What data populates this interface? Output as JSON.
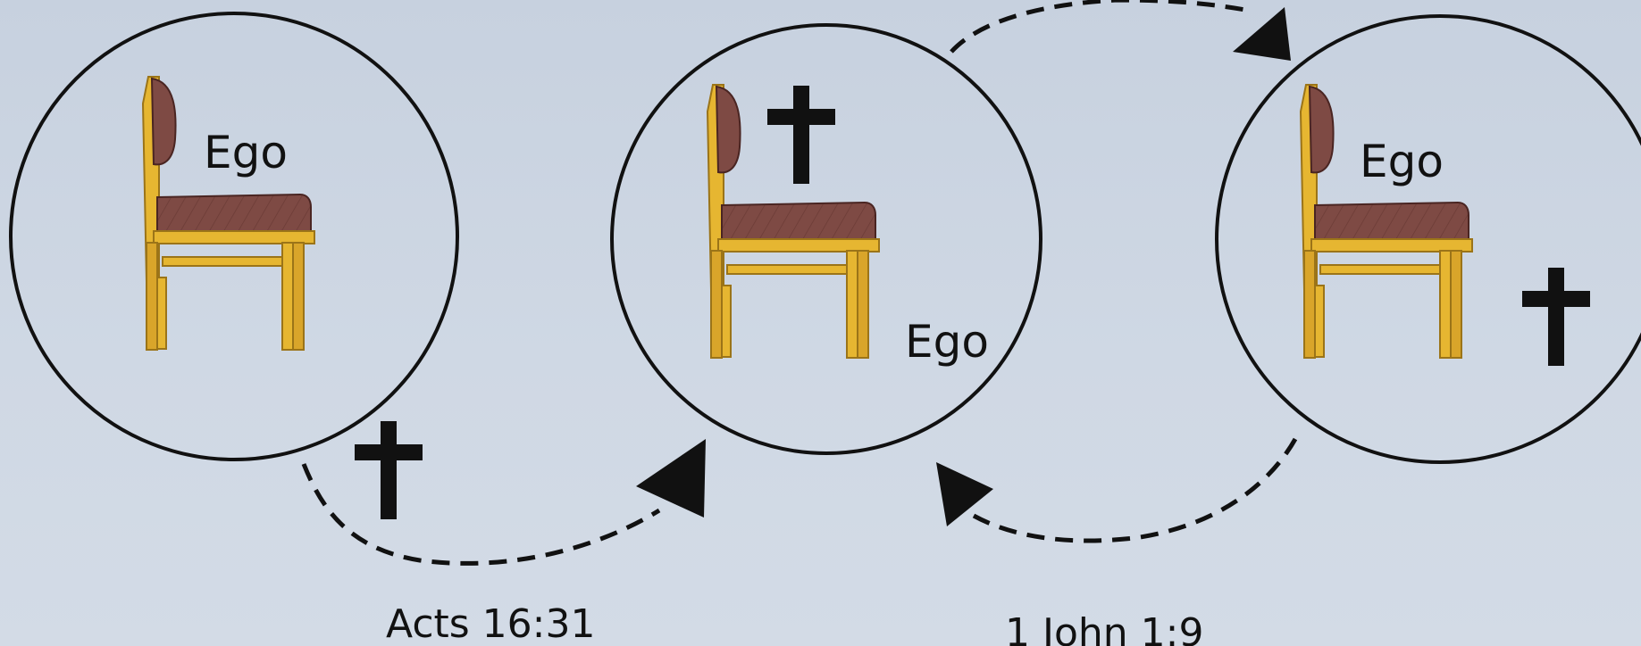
{
  "palette": {
    "background": "#cbd5e1",
    "ink": "#111111",
    "chair_wood": "#e6b631",
    "chair_wood_dark": "#9b7418",
    "chair_cushion": "#7e4a44"
  },
  "panels": [
    {
      "id": "self-controlled",
      "ego_label": "Ego",
      "cross_position": "outside-circle"
    },
    {
      "id": "christ-controlled",
      "ego_label": "Ego",
      "cross_position": "on-throne"
    },
    {
      "id": "self-on-throne-again",
      "ego_label": "Ego",
      "cross_position": "inside-off-throne"
    }
  ],
  "transitions": [
    {
      "from": "self-controlled",
      "to": "christ-controlled",
      "label": "Acts 16:31"
    },
    {
      "from": "christ-controlled",
      "to": "self-on-throne-again",
      "label": ""
    },
    {
      "from": "self-on-throne-again",
      "to": "christ-controlled",
      "label": "1 John 1:9"
    }
  ],
  "icons": {
    "cross": "cross-icon",
    "chair": "chair-icon"
  }
}
